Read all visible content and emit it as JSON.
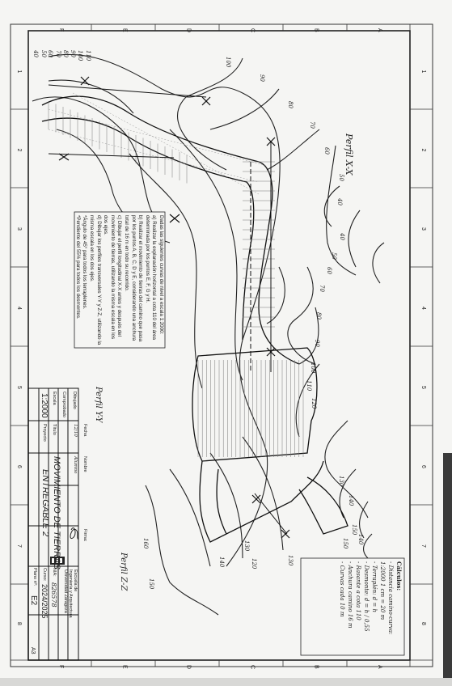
{
  "sheet": {
    "sheet_size": "A3",
    "grid_columns": [
      "1",
      "2",
      "3",
      "4",
      "5",
      "6",
      "7",
      "8"
    ],
    "grid_rows": [
      "A",
      "B",
      "C",
      "D",
      "E",
      "F"
    ]
  },
  "profiles": {
    "xx": "Perfil X-X",
    "yy": "Perfil Y-Y",
    "zz": "Perfil Z-Z"
  },
  "statement": {
    "intro": "Dadas las siguientes curvas de nivel a escala 1:2000:",
    "a": "a) Realizar la explanación horizontal a cota 110 del área determinada por los puntos E, F, G y H.",
    "b": "b) Realizar el movimiento de tierras del camino que pasa por los puntos A, B, C, D y E, considerando una anchura total de 16 m en todo su recorrido.",
    "c": "c) Dibujar el perfil longitudinal X-X antes y después del movimiento de tierras, utilizando la misma escala en los dos ejes.",
    "d": "d) Dibujar los perfiles transversales Y-Y y Z-Z, utilizando la misma escala en los dos ejes.",
    "note1": "*Ángulo de 45° para todos los terraplenes.",
    "note2": "*Pendiente del 55% para todos los desmontes."
  },
  "contours": [
    "40",
    "50",
    "60",
    "70",
    "80",
    "90",
    "100",
    "110",
    "120",
    "130",
    "140",
    "150"
  ],
  "calculations": {
    "heading": "Cálculos:",
    "lines": [
      "- Distancia camino-curva:",
      "  1:2000  1 cm = 20 m",
      "- Terraplén:  d = h",
      "- Desmonte:  d = h / 0,55",
      "- Rasante a cota 110",
      "- Anchura camino 16 m",
      "- Curvas cada 10 m"
    ]
  },
  "title_block": {
    "drawn_label": "Dibujado",
    "checked_label": "Comprobado",
    "scale_label": "Escala",
    "scale": "1:2000",
    "date_label": "Fecha",
    "date": "12/10",
    "name_label": "Nombre",
    "name": "Alumno",
    "signature_label": "Firma:",
    "title_label": "Título",
    "title": "MOVIMIENTO DE TIERRAS",
    "project_label": "Proyecto",
    "project": "ENTREGABLE 2",
    "school_1": "Escuela de",
    "school_2": "Ingeniería y Arquitectura",
    "school_3": "Universidad Zaragoza",
    "nia_label": "NIA:",
    "nia": "826578",
    "course_label": "Curso:",
    "course": "2024/2025",
    "plane_label": "Plano nº:",
    "plane": "E2"
  }
}
